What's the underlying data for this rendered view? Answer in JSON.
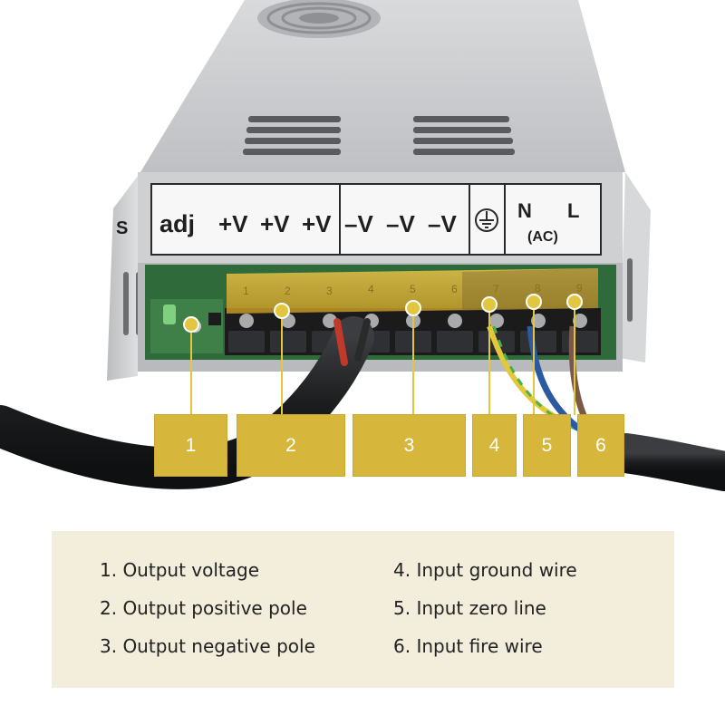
{
  "terminal_labels": {
    "adj": "adj",
    "pos": [
      "+V",
      "+V",
      "+V"
    ],
    "neg": [
      "–V",
      "–V",
      "–V"
    ],
    "n": "N",
    "l": "L",
    "ac": "(AC)",
    "edge_letter": "S",
    "numbers": [
      "1",
      "2",
      "3",
      "4",
      "5",
      "6",
      "7",
      "8",
      "9"
    ]
  },
  "callouts": [
    "1",
    "2",
    "3",
    "4",
    "5",
    "6"
  ],
  "legend": {
    "items": [
      "1. Output voltage",
      "2. Output positive pole",
      "3. Output negative pole",
      "4. Input ground wire",
      "5. Input zero line",
      "6. Input fire wire"
    ]
  },
  "colors": {
    "callout": "#d6b73c",
    "legend_bg": "#f3eedb",
    "casing": "#c8c9cb",
    "terminal_cover": "#e6b93a"
  }
}
